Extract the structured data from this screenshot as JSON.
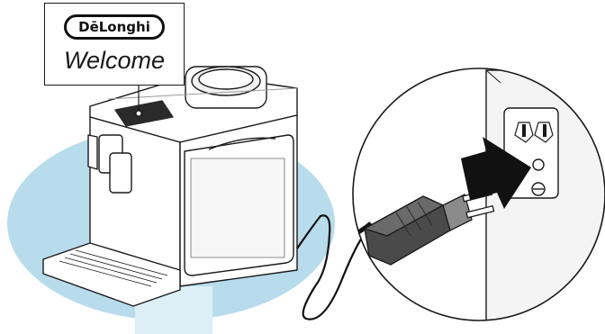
{
  "illustration": {
    "brand": "DēLonghi",
    "display_message": "Welcome",
    "colors": {
      "backdrop": "#b8dcec",
      "outline": "#1a1a1a",
      "body": "#ffffff",
      "plug": "#4a4a4a",
      "arrow": "#111111",
      "panel": "#f2f2f2"
    },
    "icons": [
      "coffee-machine",
      "power-plug",
      "wall-outlet",
      "direction-arrow"
    ]
  }
}
